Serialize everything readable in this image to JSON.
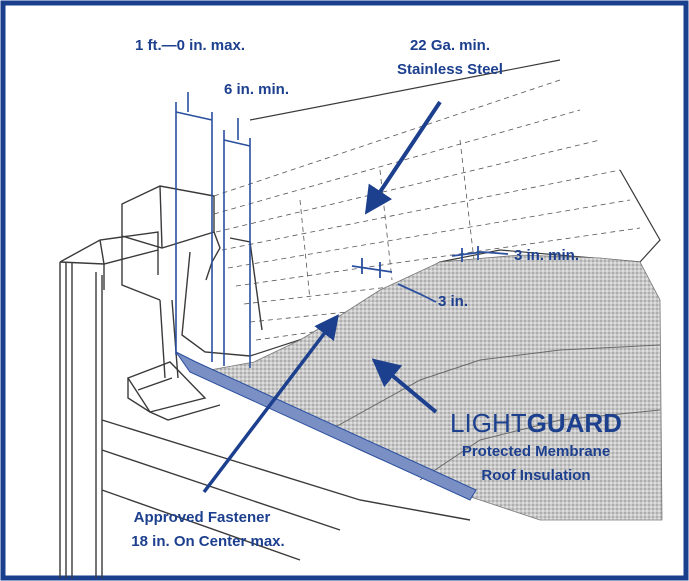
{
  "colors": {
    "frame": "#1a3f8c",
    "label": "#1c3f8e",
    "line": "#2a4f9e",
    "sketch": "#3a3a3a",
    "membrane": "#b9b9b9",
    "background": "#ffffff"
  },
  "labels": {
    "max_width": "1 ft.—0 in. max.",
    "min_width": "6 in. min.",
    "gauge_line1": "22 Ga. min.",
    "gauge_line2": "Stainless Steel",
    "overlap_min": "3 in. min.",
    "overlap": "3 in.",
    "brand_light": "LIGHT",
    "brand_guard": "GUARD",
    "product_line1": "Protected Membrane",
    "product_line2": "Roof Insulation",
    "fastener_line1": "Approved Fastener",
    "fastener_line2": "18 in. On Center max."
  }
}
